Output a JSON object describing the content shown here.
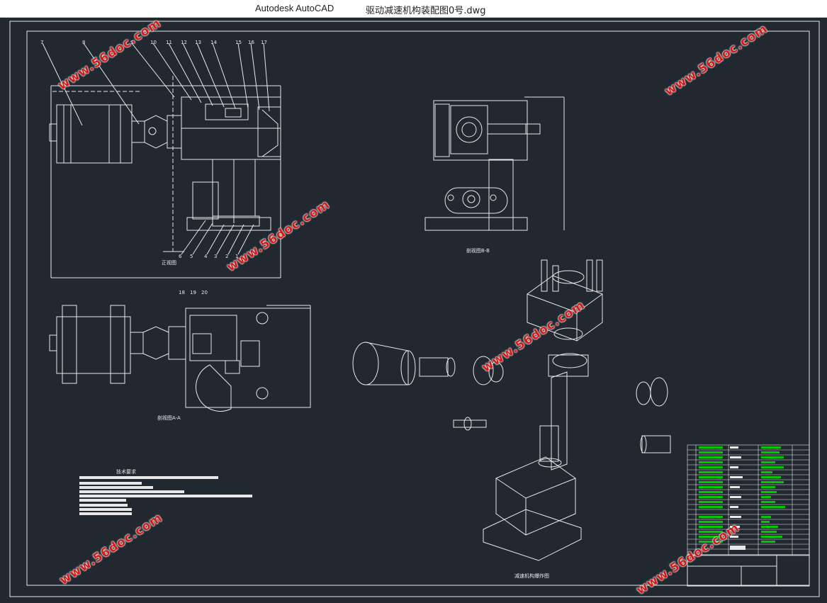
{
  "titlebar": {
    "app_name": "Autodesk AutoCAD",
    "document_name": "驱动减速机构装配图0号.dwg"
  },
  "drawing": {
    "view_labels": {
      "front": "正视图",
      "section_b": "剖视图B-B",
      "section_a": "剖视图A-A",
      "exploded": "减速机构爆炸图"
    },
    "tech_requirements_title": "技术要求",
    "balloon_numbers": [
      "7",
      "8",
      "9",
      "10",
      "11",
      "12",
      "13",
      "14",
      "15",
      "16",
      "17",
      "6",
      "5",
      "4",
      "3",
      "2",
      "1",
      "18",
      "19",
      "20"
    ],
    "watermark": "www.56doc.com",
    "colors": {
      "background": "#212830",
      "linework": "#e8e8e8",
      "bom_text": "#00c800",
      "watermark": "#d21b1b"
    }
  }
}
